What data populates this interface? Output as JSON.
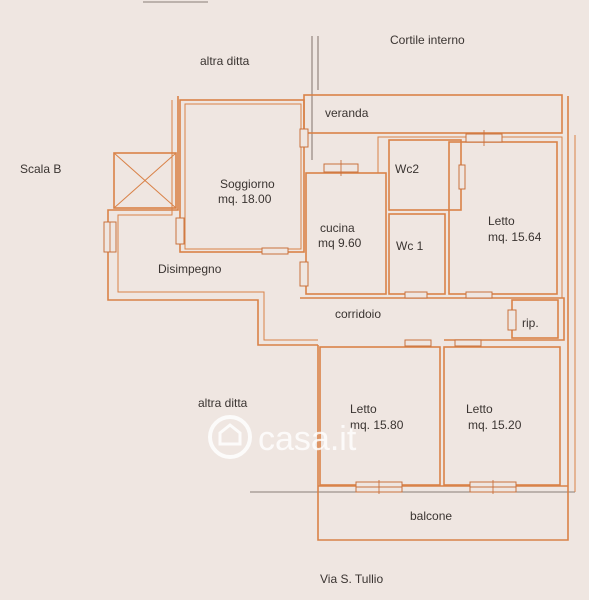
{
  "labels": {
    "cortile": "Cortile interno",
    "altra_ditta_top": "altra ditta",
    "veranda": "veranda",
    "scala": "Scala B",
    "soggiorno": "Soggiorno",
    "soggiorno_area": "mq. 18.00",
    "wc2": "Wc2",
    "cucina": "cucina",
    "cucina_area": "mq 9.60",
    "wc1": "Wc 1",
    "letto_1": "Letto",
    "letto_1_area": "mq. 15.64",
    "disimpegno": "Disimpegno",
    "corridoio": "corridoio",
    "rip": "rip.",
    "altra_ditta_bottom": "altra ditta",
    "letto_2": "Letto",
    "letto_2_area": "mq. 15.80",
    "letto_3": "Letto",
    "letto_3_area": "mq. 15.20",
    "balcone": "balcone",
    "street": "Via S. Tullio"
  },
  "watermark": {
    "text": "casa.it"
  },
  "colors": {
    "background": "#efe6e1",
    "walls": "#d98248",
    "exterior_lines": "#8a7e76",
    "text": "#3a3431"
  }
}
